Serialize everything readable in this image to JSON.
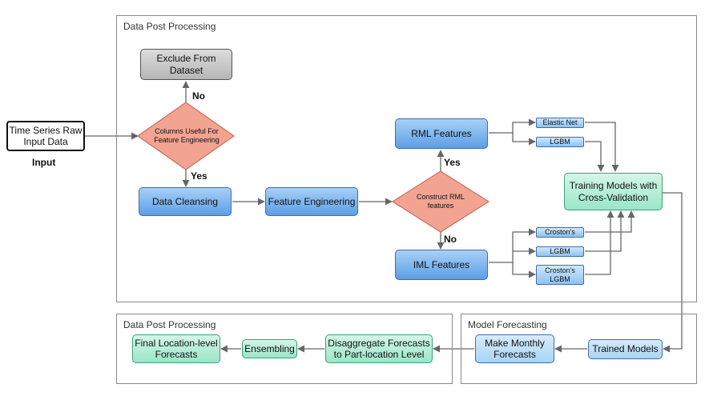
{
  "panels": {
    "top_title": "Data Post Processing",
    "bottom_left_title": "Data Post Processing",
    "bottom_right_title": "Model Forecasting"
  },
  "input": {
    "box_label": "Time Series Raw Input Data",
    "caption": "Input"
  },
  "nodes": {
    "exclude": "Exclude From Dataset",
    "columns_useful": "Columns Useful For Feature Engineering",
    "data_cleansing": "Data Cleansing",
    "feature_engineering": "Feature Engineering",
    "construct_rml": "Construct RML features",
    "rml_features": "RML Features",
    "iml_features": "IML Features",
    "elastic_net": "Elastic Net",
    "lgbm_rml": "LGBM",
    "crostons": "Croston's",
    "lgbm_iml": "LGBM",
    "crostons_lgbm": "Croston's LGBM",
    "training": "Training Models with Cross-Validation",
    "trained_models": "Trained Models",
    "make_monthly": "Make Monthly Forecasts",
    "disaggregate": "Disaggregate Forecasts to Part-location Level",
    "ensembling": "Ensembling",
    "final": "Final Location-level Forecasts"
  },
  "edge_labels": {
    "no_top": "No",
    "yes_left": "Yes",
    "yes_rml": "Yes",
    "no_iml": "No"
  },
  "colors": {
    "gray_box": "#b6b6b6",
    "blue_box": "#5c9fe6",
    "light_blue_box": "#a8d4f4",
    "green_box": "#9be6c8",
    "diamond_fill": "#f2a391",
    "connector": "#666666"
  }
}
